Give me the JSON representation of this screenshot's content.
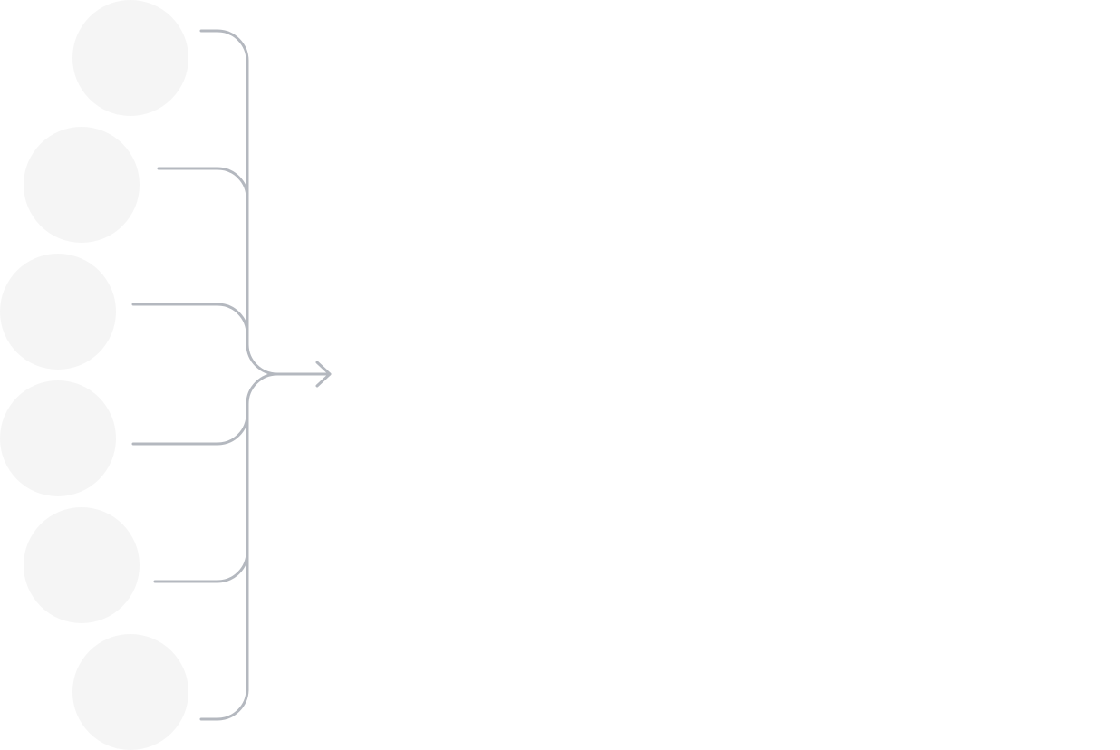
{
  "diagram": {
    "type": "converging-connector",
    "node_count": 6,
    "colors": {
      "node_fill": "#f5f5f5",
      "connector_stroke": "#b4b8bf",
      "background": "#ffffff"
    },
    "arrow_direction": "right"
  }
}
